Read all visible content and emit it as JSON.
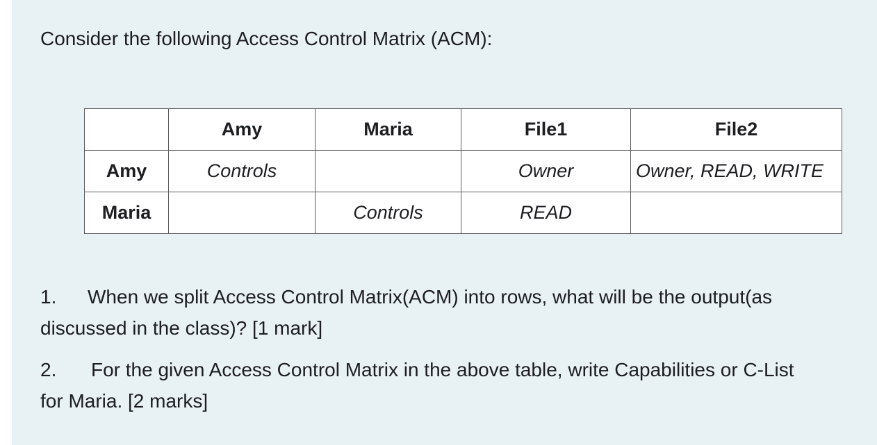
{
  "intro": "Consider the following Access Control Matrix (ACM):",
  "table": {
    "headers": [
      "",
      "Amy",
      "Maria",
      "File1",
      "File2"
    ],
    "rows": [
      {
        "subject": "Amy",
        "cells": [
          "Controls",
          "",
          "Owner",
          "Owner, READ, WRITE"
        ]
      },
      {
        "subject": "Maria",
        "cells": [
          "",
          "Controls",
          "READ",
          ""
        ]
      }
    ]
  },
  "questions": [
    {
      "number": "1.",
      "line1": "When we split Access Control Matrix(ACM) into rows, what will be the output(as",
      "line2": "discussed in the class)? [1 mark]"
    },
    {
      "number": "2.",
      "line1": "For the given Access Control Matrix in the above table, write Capabilities or C-List",
      "line2": "for Maria. [2 marks]"
    }
  ]
}
